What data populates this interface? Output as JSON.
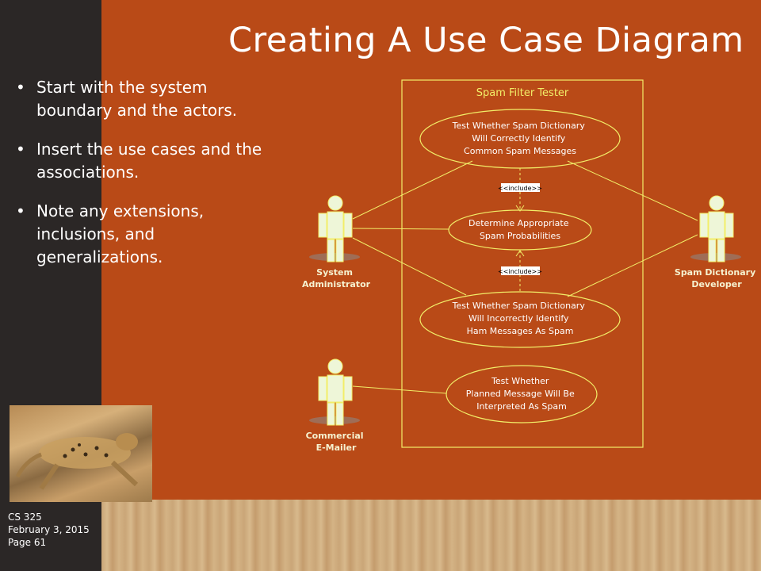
{
  "slide": {
    "title": "Creating A Use Case Diagram",
    "bullets": [
      "Start with the system boundary and the actors.",
      "Insert the use cases and the associations.",
      "Note any extensions, inclusions, and generalizations."
    ],
    "footer": [
      "CS 325",
      "February 3, 2015",
      "Page 61"
    ]
  },
  "diagram": {
    "boundary_label": "Spam Filter Tester",
    "use_cases": [
      [
        "Test Whether Spam Dictionary",
        "Will Correctly Identify",
        "Common Spam Messages"
      ],
      [
        "Determine Appropriate",
        "Spam Probabilities"
      ],
      [
        "Test Whether Spam Dictionary",
        "Will Incorrectly Identify",
        "Ham Messages As Spam"
      ],
      [
        "Test Whether",
        "Planned Message Will Be",
        "Interpreted As Spam"
      ]
    ],
    "actors": [
      [
        "System",
        "Administrator"
      ],
      [
        "Spam Dictionary",
        "Developer"
      ],
      [
        "Commercial",
        "E-Mailer"
      ]
    ],
    "include_label": "<<include>>"
  },
  "colors": {
    "background": "#B94A17",
    "diagram_line": "#F2EE68",
    "left_band": "#2b2726"
  }
}
